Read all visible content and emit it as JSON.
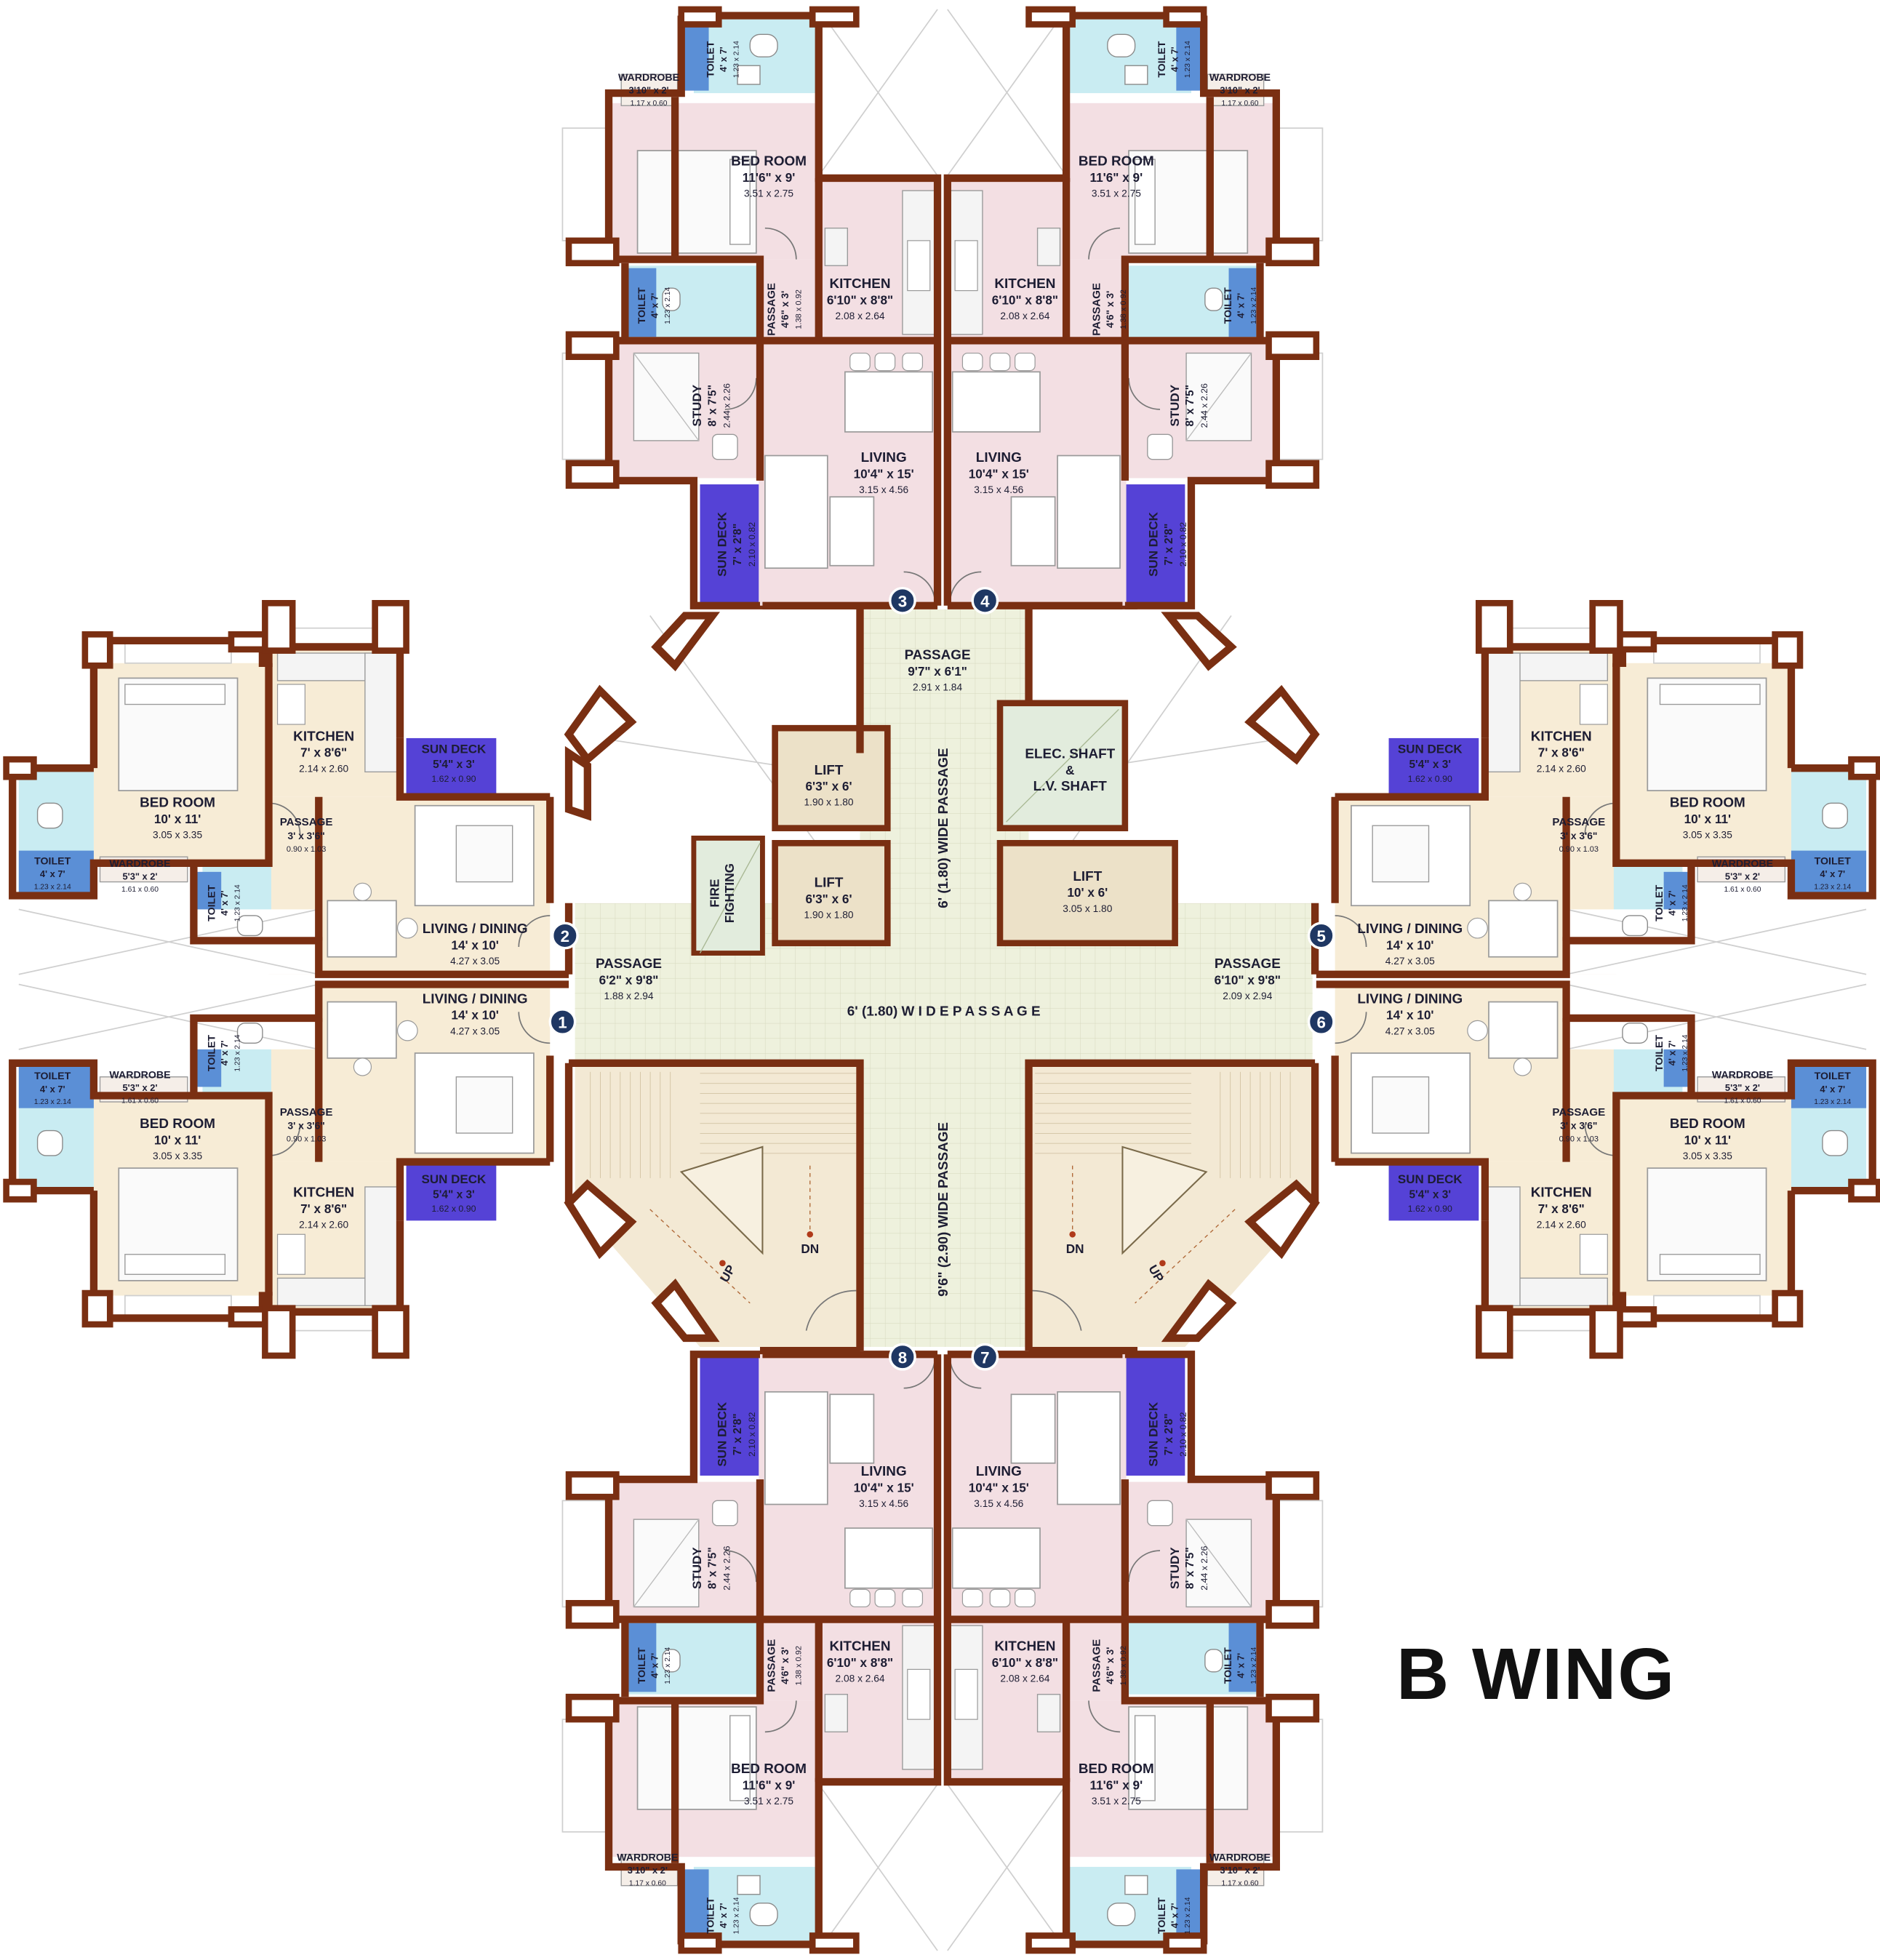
{
  "title": "B WING",
  "colors": {
    "wall": "#7a2f12",
    "pink_floor": "#f3dfe3",
    "beige_floor": "#f7ecd6",
    "toilet": "#c9ecf2",
    "toilet_label": "#5b8fd6",
    "sundeck": "#5542d6",
    "lobby": "#eef1dd",
    "lift": "#ece1c8",
    "stair": "#f3e9d4",
    "shaft": "#e2ecdd",
    "badge": "#1f3763"
  },
  "flat_numbers": [
    "1",
    "2",
    "3",
    "4",
    "5",
    "6",
    "7",
    "8"
  ],
  "common": {
    "passage_top": {
      "name": "PASSAGE",
      "dim": "9'7\" x 6'1\"",
      "metric": "2.91 x 1.84"
    },
    "passage_left": {
      "name": "PASSAGE",
      "dim": "6'2\" x 9'8\"",
      "metric": "1.88 x 2.94"
    },
    "passage_right": {
      "name": "PASSAGE",
      "dim": "6'10\" x 9'8\"",
      "metric": "2.09 x 2.94"
    },
    "lift_1": {
      "name": "LIFT",
      "dim": "6'3\" x 6'",
      "metric": "1.90 x 1.80"
    },
    "lift_2": {
      "name": "LIFT",
      "dim": "6'3\" x 6'",
      "metric": "1.90 x 1.80"
    },
    "lift_3": {
      "name": "LIFT",
      "dim": "10' x 6'",
      "metric": "3.05 x 1.80"
    },
    "elec_shaft": [
      "ELEC. SHAFT",
      "&",
      "L.V. SHAFT"
    ],
    "fire_fighting": [
      "FIRE",
      "FIGHTING"
    ],
    "wide_passage_h": "6' (1.80)   W I D E   P A S S A G E",
    "wide_passage_v_top": "6' (1.80) WIDE PASSAGE",
    "wide_passage_v_bottom": "9'6\" (2.90) WIDE PASSAGE",
    "up": "UP",
    "dn": "DN"
  },
  "rooms": {
    "toilet": {
      "name": "TOILET",
      "dim": "4' x 7'",
      "metric": "1.23 x 2.14"
    },
    "wardrobe_a": {
      "name": "WARDROBE",
      "dim": "3'10\" x 2'",
      "metric": "1.17 x 0.60"
    },
    "wardrobe_b": {
      "name": "WARDROBE",
      "dim": "5'3\" x 2'",
      "metric": "1.61 x 0.60"
    },
    "bedroom_a": {
      "name": "BED ROOM",
      "dim": "11'6\" x 9'",
      "metric": "3.51 x 2.75"
    },
    "bedroom_b": {
      "name": "BED ROOM",
      "dim": "10' x 11'",
      "metric": "3.05 x 3.35"
    },
    "kitchen_a": {
      "name": "KITCHEN",
      "dim": "6'10\" x 8'8\"",
      "metric": "2.08 x 2.64"
    },
    "kitchen_b": {
      "name": "KITCHEN",
      "dim": "7' x 8'6\"",
      "metric": "2.14 x 2.60"
    },
    "passage_a": {
      "name": "PASSAGE",
      "dim": "4'6\" x 3'",
      "metric": "1.38 x 0.92"
    },
    "passage_b": {
      "name": "PASSAGE",
      "dim": "3' x 3'6\"",
      "metric": "0.90 x 1.03"
    },
    "study": {
      "name": "STUDY",
      "dim": "8' x 7'5\"",
      "metric": "2.44 x 2.26"
    },
    "living_a": {
      "name": "LIVING",
      "dim": "10'4\" x 15'",
      "metric": "3.15 x 4.56"
    },
    "living_b": {
      "name": "LIVING / DINING",
      "dim": "14' x 10'",
      "metric": "4.27 x 3.05"
    },
    "sundeck_a": {
      "name": "SUN DECK",
      "dim": "7' x 2'8\"",
      "metric": "2.10 x 0.82"
    },
    "sundeck_b": {
      "name": "SUN DECK",
      "dim": "5'4\" x 3'",
      "metric": "1.62 x 0.90"
    }
  }
}
